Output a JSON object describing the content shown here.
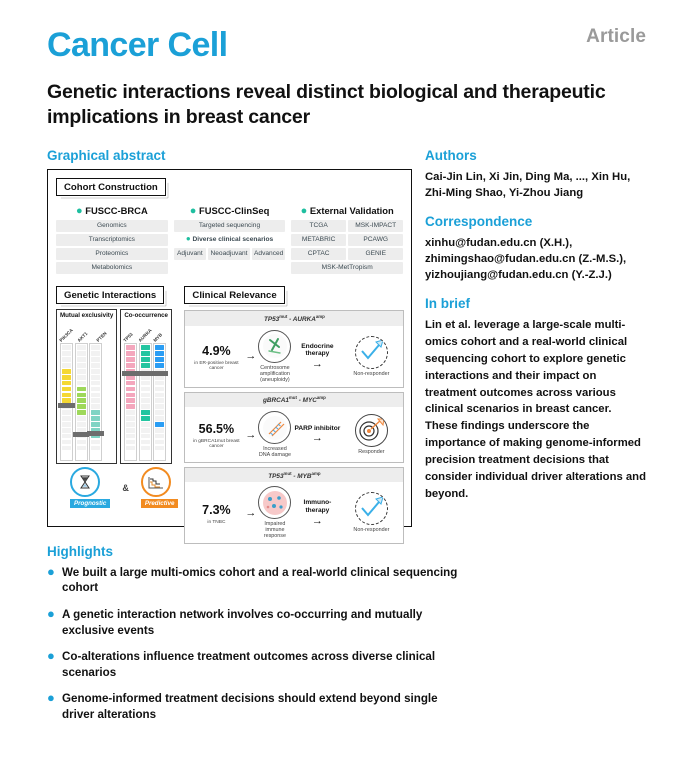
{
  "header": {
    "kicker": "Article",
    "journal": "Cancer Cell",
    "title": "Genetic interactions reveal distinct biological and therapeutic implications in breast cancer"
  },
  "graphical_abstract": {
    "heading": "Graphical abstract",
    "cohort": {
      "tag": "Cohort Construction",
      "columns": [
        {
          "title": "FUSCC-BRCA",
          "items": [
            "Genomics",
            "Transcriptomics",
            "Proteomics",
            "Metabolomics"
          ]
        },
        {
          "title": "FUSCC-ClinSeq",
          "items": [
            "Targeted sequencing"
          ],
          "note": "Diverse clinical scenarios",
          "row": [
            "Adjuvant",
            "Neoadjuvant",
            "Advanced"
          ]
        },
        {
          "title": "External Validation",
          "rows": [
            [
              "TCGA",
              "MSK-IMPACT"
            ],
            [
              "METABRIC",
              "PCAWG"
            ],
            [
              "CPTAC",
              "GENIE"
            ]
          ],
          "wide": "MSK-MetTropism"
        }
      ]
    },
    "genetic_interactions": {
      "tag": "Genetic Interactions",
      "panels": [
        {
          "caption": "Mutual exclusivity",
          "genes": [
            "PIK3CA",
            "AKT1",
            "PTEN"
          ]
        },
        {
          "caption": "Co-occurrence",
          "genes": [
            "TP53",
            "AURKA",
            "MYB"
          ]
        }
      ],
      "legend": [
        {
          "label": "Prognostic",
          "color": "#2aa9e0",
          "icon": "hourglass-icon"
        },
        {
          "label": "Predictive",
          "color": "#f28b20",
          "icon": "survival-curve-icon"
        }
      ],
      "connector": "&"
    },
    "clinical_relevance": {
      "tag": "Clinical Relevance",
      "rows": [
        {
          "banner_gene_a": "TP53",
          "banner_sup_a": "mut",
          "banner_gene_b": "AURKA",
          "banner_sup_b": "amp",
          "percent": "4.9%",
          "percent_note": "in ER-positive breast cancer",
          "mechanism": "Centrosome amplification (aneuploidy)",
          "mechanism_icon": "centrosome-icon",
          "treatment": "Endocrine therapy",
          "outcome": "Non-responder",
          "outcome_icon": "non-responder-icon"
        },
        {
          "banner_gene_a": "gBRCA1",
          "banner_sup_a": "mut",
          "banner_gene_b": "MYC",
          "banner_sup_b": "amp",
          "percent": "56.5%",
          "percent_note": "in gBRCA1mut breast cancer",
          "mechanism": "Increased DNA damage",
          "mechanism_icon": "dna-damage-icon",
          "treatment": "PARP inhibitor",
          "outcome": "Responder",
          "outcome_icon": "target-hit-icon"
        },
        {
          "banner_gene_a": "TP53",
          "banner_sup_a": "mut",
          "banner_gene_b": "MYB",
          "banner_sup_b": "amp",
          "percent": "7.3%",
          "percent_note": "in TNBC",
          "mechanism": "Impaired immune response",
          "mechanism_icon": "immune-cells-icon",
          "treatment": "Immuno- therapy",
          "outcome": "Non-responder",
          "outcome_icon": "non-responder-icon"
        }
      ]
    }
  },
  "authors": {
    "heading": "Authors",
    "text": "Cai-Jin Lin, Xi Jin, Ding Ma, ..., Xin Hu, Zhi-Ming Shao, Yi-Zhou Jiang"
  },
  "correspondence": {
    "heading": "Correspondence",
    "text": "xinhu@fudan.edu.cn (X.H.), zhimingshao@fudan.edu.cn (Z.-M.S.), yizhoujiang@fudan.edu.cn (Y.-Z.J.)"
  },
  "in_brief": {
    "heading": "In brief",
    "text": "Lin et al. leverage a large-scale multi-omics cohort and a real-world clinical sequencing cohort to explore genetic interactions and their impact on treatment outcomes across various clinical scenarios in breast cancer. These findings underscore the importance of making genome-informed precision treatment decisions that consider individual driver alterations and beyond."
  },
  "highlights": {
    "heading": "Highlights",
    "items": [
      "We built a large multi-omics cohort and a real-world clinical sequencing cohort",
      "A genetic interaction network involves co-occurring and mutually exclusive events",
      "Co-alterations influence treatment outcomes across diverse clinical scenarios",
      "Genome-informed treatment decisions should extend beyond single driver alterations"
    ]
  },
  "colors": {
    "brand_blue": "#1ba0d7",
    "teal": "#1fbfa0",
    "orange": "#f28b20",
    "kicker_gray": "#9a9a9a"
  }
}
